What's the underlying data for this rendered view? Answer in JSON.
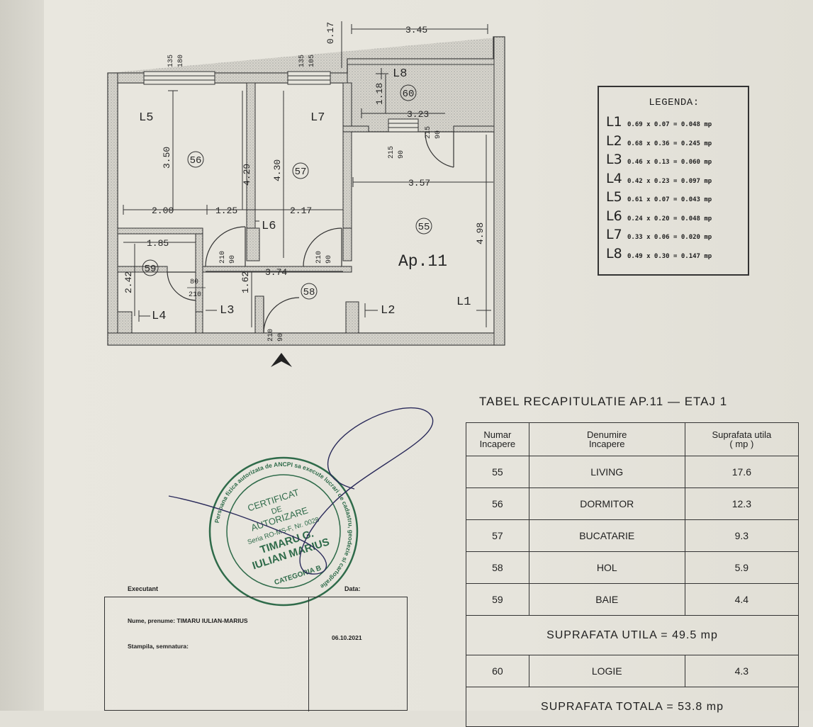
{
  "plan": {
    "dimensions": {
      "d345": "3.45",
      "d017": "0.17",
      "d323": "3.23",
      "d118": "1.18",
      "d350": "3.50",
      "d429": "4.29",
      "d430": "4.30",
      "d357": "3.57",
      "d498": "4.98",
      "d200": "2.00",
      "d125": "1.25",
      "d217": "2.17",
      "d185": "1.85",
      "d242": "2.42",
      "d374": "3.74",
      "d162": "1.62"
    },
    "windows": {
      "w1_a": "135",
      "w1_b": "180",
      "w2_a": "135",
      "w2_b": "105",
      "w3_a": "215",
      "w3_b": "90",
      "w4_a": "215",
      "w4_b": "90"
    },
    "doors": {
      "d1_a": "210",
      "d1_b": "90",
      "d2_a": "210",
      "d2_b": "90",
      "d3_a": "80",
      "d3_b": "210",
      "d4_a": "210",
      "d4_b": "90"
    },
    "labels": {
      "L1": "L1",
      "L2": "L2",
      "L3": "L3",
      "L4": "L4",
      "L5": "L5",
      "L6": "L6",
      "L7": "L7",
      "L8": "L8",
      "apartment": "Ap.11"
    },
    "rooms": [
      "55",
      "56",
      "57",
      "58",
      "59",
      "60"
    ]
  },
  "legend": {
    "title": "LEGENDA:",
    "items": [
      {
        "code": "L1",
        "value": "0.69 x 0.07 = 0.048 mp"
      },
      {
        "code": "L2",
        "value": "0.68 x 0.36 = 0.245 mp"
      },
      {
        "code": "L3",
        "value": "0.46 x 0.13 = 0.060 mp"
      },
      {
        "code": "L4",
        "value": "0.42 x 0.23 = 0.097 mp"
      },
      {
        "code": "L5",
        "value": "0.61 x 0.07 = 0.043 mp"
      },
      {
        "code": "L6",
        "value": "0.24 x 0.20 = 0.048 mp"
      },
      {
        "code": "L7",
        "value": "0.33 x 0.06 = 0.020 mp"
      },
      {
        "code": "L8",
        "value": "0.49 x 0.30 = 0.147 mp"
      }
    ]
  },
  "recap": {
    "title": "TABEL RECAPITULATIE AP.11 — ETAJ 1",
    "headers": {
      "col1_line1": "Numar",
      "col1_line2": "Incapere",
      "col2_line1": "Denumire",
      "col2_line2": "Incapere",
      "col3_line1": "Suprafata utila",
      "col3_line2": "( mp )"
    },
    "rows": [
      {
        "nr": "55",
        "name": "LIVING",
        "area": "17.6"
      },
      {
        "nr": "56",
        "name": "DORMITOR",
        "area": "12.3"
      },
      {
        "nr": "57",
        "name": "BUCATARIE",
        "area": "9.3"
      },
      {
        "nr": "58",
        "name": "HOL",
        "area": "5.9"
      },
      {
        "nr": "59",
        "name": "BAIE",
        "area": "4.4"
      }
    ],
    "useful_total": "SUPRAFATA UTILA = 49.5 mp",
    "extra_row": {
      "nr": "60",
      "name": "LOGIE",
      "area": "4.3"
    },
    "grand_total": "SUPRAFATA TOTALA = 53.8 mp"
  },
  "executant": {
    "label": "Executant",
    "date_label": "Data:",
    "name_line": "Nume, prenume: TIMARU IULIAN-MARIUS",
    "stamp_line": "Stampila, semnatura:",
    "date": "06.10.2021"
  },
  "stamp": {
    "outer_text": "Persoana fizica autorizata de ANCPI sa execute lucrari de cadastru, geodezie si cartografie",
    "l1": "CERTIFICAT",
    "l2": "DE",
    "l3": "AUTORIZARE",
    "l4": "Seria RO-MS-F, Nr. 0028",
    "l5": "TIMARU G.",
    "l6": "IULIAN MARIUS",
    "bottom": "CATEGORIA B"
  },
  "colors": {
    "ink": "#262626",
    "paper": "#e6e4dc",
    "wall": "#d2d0c8",
    "stamp": "#2f6b4a"
  }
}
